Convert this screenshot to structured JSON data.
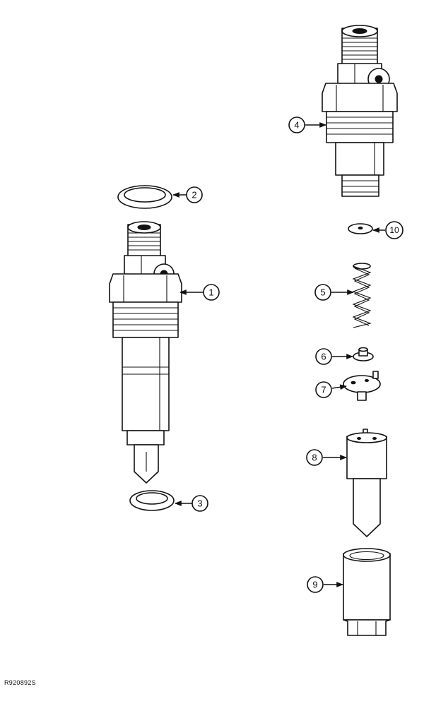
{
  "callouts": [
    "1",
    "2",
    "3",
    "4",
    "5",
    "6",
    "7",
    "8",
    "9",
    "10"
  ],
  "figure_code": "R920892S"
}
